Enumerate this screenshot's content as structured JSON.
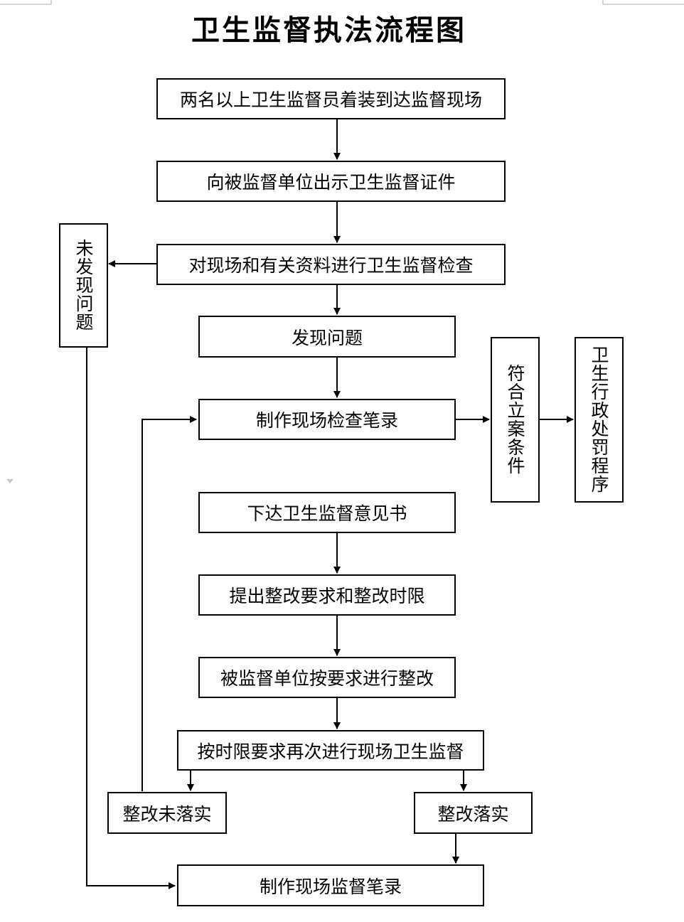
{
  "title": "卫生监督执法流程图",
  "steps": {
    "arrive": "两名以上卫生监督员着装到达监督现场",
    "show_cert": "向被监督单位出示卫生监督证件",
    "inspect": "对现场和有关资料进行卫生监督检查",
    "no_problem": "未发现问题",
    "found_problem": "发现问题",
    "inspection_record": "制作现场检查笔录",
    "case_conditions": "符合立案条件",
    "penalty_procedure": "卫生行政处罚程序",
    "opinion_letter": "下达卫生监督意见书",
    "rectify_requirements": "提出整改要求和整改时限",
    "rectify": "被监督单位按要求进行整改",
    "reinspect": "按时限要求再次进行现场卫生监督",
    "not_rectified": "整改未落实",
    "rectified": "整改落实",
    "supervision_record": "制作现场监督笔录"
  }
}
